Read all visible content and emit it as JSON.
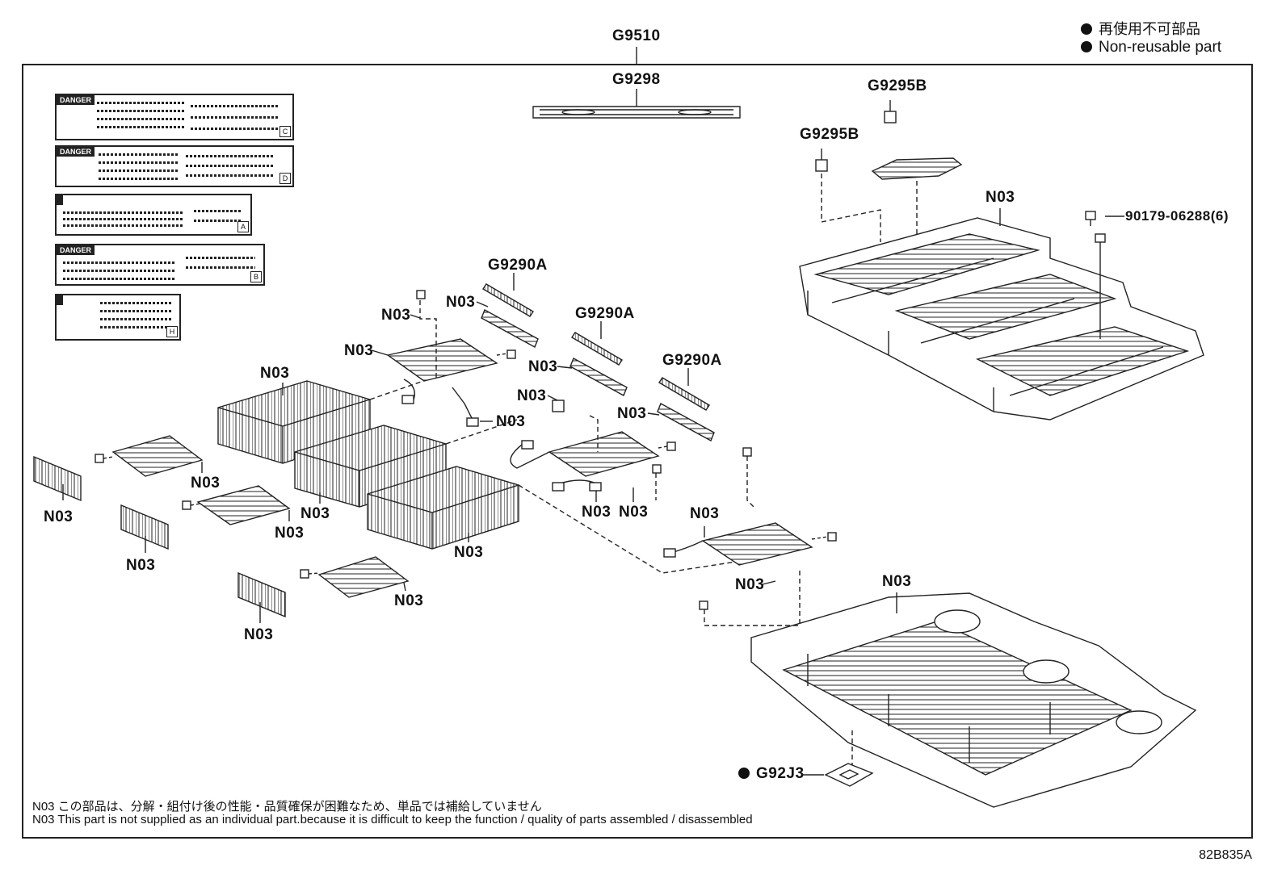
{
  "legend": {
    "jp": "再使用不可部品",
    "en": "Non-reusable part"
  },
  "labels": {
    "g9510": "G9510",
    "g9298": "G9298",
    "g9295b_top": "G9295B",
    "g9295b_mid": "G9295B",
    "n03": "N03",
    "bolt": "90179-06288(6)",
    "g9290a": "G9290A",
    "g92j3": "G92J3"
  },
  "warning_labels": [
    {
      "header": "DANGER",
      "tag": "C"
    },
    {
      "header": "DANGER",
      "tag": "D"
    },
    {
      "header": "",
      "tag": "A"
    },
    {
      "header": "DANGER",
      "tag": "B"
    },
    {
      "header": "",
      "tag": "H"
    }
  ],
  "notes": {
    "jp": "N03 この部品は、分解・組付け後の性能・品質確保が困難なため、単品では補給していません",
    "en": "N03 This part is not supplied as an individual part.because it is difficult to keep the function / quality of parts assembled / disassembled"
  },
  "diagram_code": "82B835A"
}
